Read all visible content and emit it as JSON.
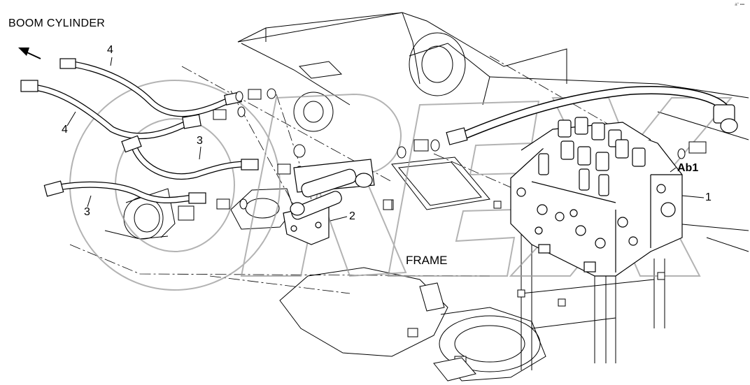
{
  "diagram": {
    "title": "BOOM CYLINDER",
    "area_label": "FRAME",
    "valve_label": "Ab1",
    "callouts": [
      "4",
      "4",
      "3",
      "3",
      "2",
      "1"
    ],
    "watermark_text": "OREX",
    "corner_mark": "a° ▪▪▪"
  },
  "colors": {
    "line": "#000000",
    "ghost_line": "#8a8a8a",
    "watermark": "#9a9a9a",
    "background": "#ffffff"
  }
}
